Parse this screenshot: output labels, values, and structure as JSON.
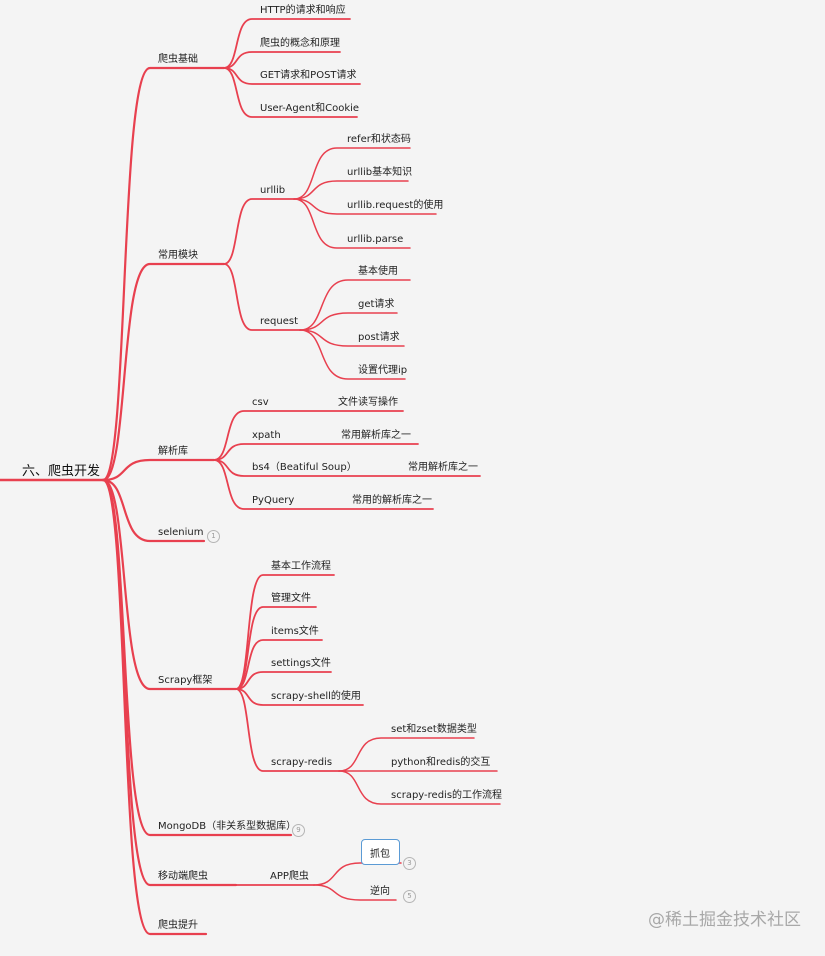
{
  "colors": {
    "edge": "#e8404f",
    "selection": "#5b9bd5"
  },
  "mindmap": {
    "root": "六、爬虫开发",
    "branches": [
      {
        "label": "爬虫基础",
        "children": [
          {
            "label": "HTTP的请求和响应"
          },
          {
            "label": "爬虫的概念和原理"
          },
          {
            "label": "GET请求和POST请求"
          },
          {
            "label": "User-Agent和Cookie"
          }
        ]
      },
      {
        "label": "常用模块",
        "children": [
          {
            "label": "urllib",
            "children": [
              {
                "label": "refer和状态码"
              },
              {
                "label": "urllib基本知识"
              },
              {
                "label": "urllib.request的使用"
              },
              {
                "label": "urllib.parse"
              }
            ]
          },
          {
            "label": "request",
            "children": [
              {
                "label": "基本使用"
              },
              {
                "label": "get请求"
              },
              {
                "label": "post请求"
              },
              {
                "label": "设置代理ip"
              }
            ]
          }
        ]
      },
      {
        "label": "解析库",
        "children": [
          {
            "label": "csv",
            "note": "文件读写操作"
          },
          {
            "label": "xpath",
            "note": "常用解析库之一"
          },
          {
            "label": "bs4（Beatiful Soup）",
            "note": "常用解析库之一"
          },
          {
            "label": "PyQuery",
            "note": "常用的解析库之一"
          }
        ]
      },
      {
        "label": "selenium",
        "count": "1"
      },
      {
        "label": "Scrapy框架",
        "children": [
          {
            "label": "基本工作流程"
          },
          {
            "label": "管理文件"
          },
          {
            "label": "items文件"
          },
          {
            "label": "settings文件"
          },
          {
            "label": "scrapy-shell的使用"
          },
          {
            "label": "scrapy-redis",
            "children": [
              {
                "label": "set和zset数据类型"
              },
              {
                "label": "python和redis的交互"
              },
              {
                "label": "scrapy-redis的工作流程"
              }
            ]
          }
        ]
      },
      {
        "label": "MongoDB（非关系型数据库）",
        "count": "9"
      },
      {
        "label": "移动端爬虫",
        "children": [
          {
            "label": "APP爬虫",
            "children": [
              {
                "label": "抓包",
                "count": "3",
                "selected": true
              },
              {
                "label": "逆向",
                "count": "5"
              }
            ]
          }
        ]
      },
      {
        "label": "爬虫提升"
      }
    ]
  },
  "watermark": "@稀土掘金技术社区"
}
